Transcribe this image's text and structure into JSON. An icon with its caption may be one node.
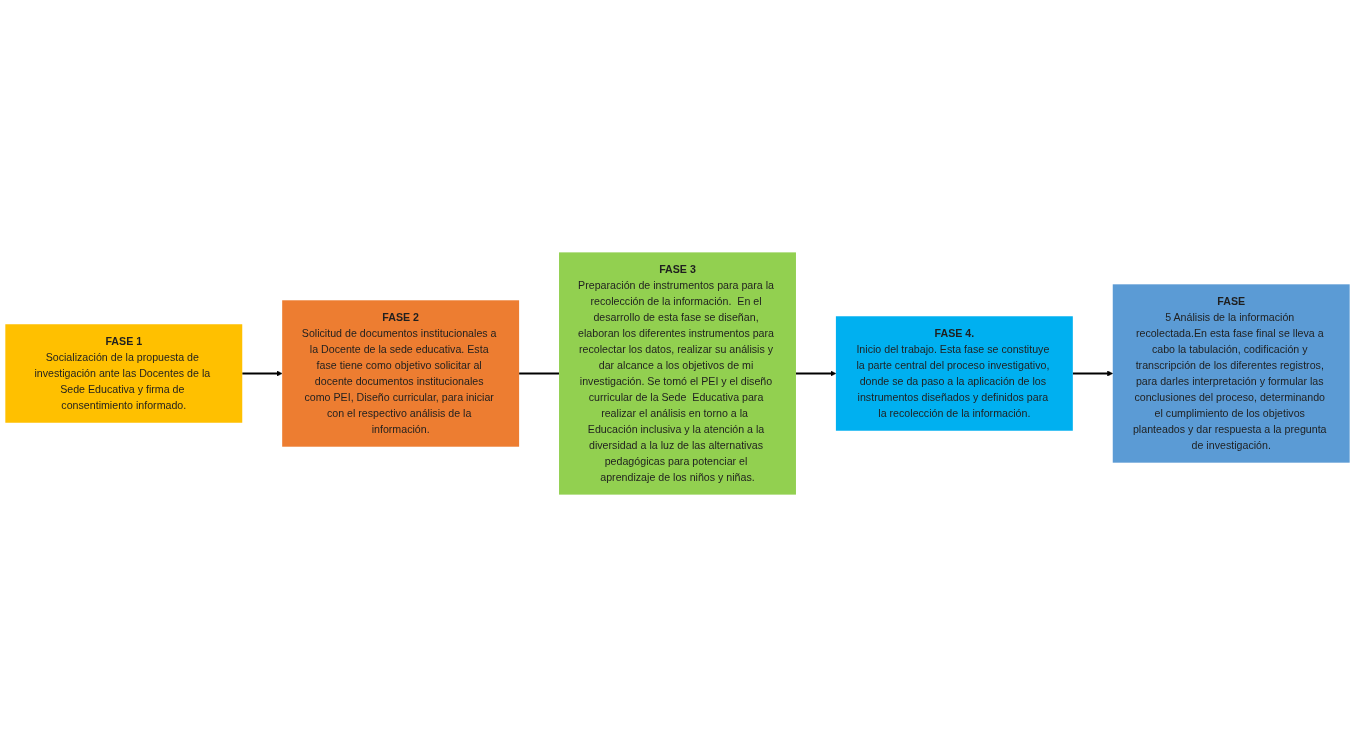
{
  "diagram": {
    "nodes": [
      {
        "text": [
          "FASE 1",
          "Socialización de la propuesta de investigación ante las Docentes de la Sede Educativa y firma de consentimiento informado."
        ]
      },
      {
        "text": [
          "FASE 2",
          "Solicitud de documentos institucionales a la Docente de la sede educativa. Esta fase tiene como objetivo solicitar al docente documentos institucionales como PEI, Diseño curricular, para iniciar con el respectivo análisis de la información."
        ]
      },
      {
        "text": [
          "FASE 3",
          "Preparación de instrumentos para para la recolección de la información.  En el desarrollo de esta fase se diseñan, elaboran los diferentes instrumentos para recolectar los datos, realizar su análisis y dar alcance a los objetivos de mi investigación. Se tomó el PEI y el diseño curricular de la Sede  Educativa para realizar el análisis en torno a la  Educación inclusiva y la atención a la diversidad a la luz de las alternativas pedagógicas para potenciar el aprendizaje de los niños y niñas."
        ]
      },
      {
        "text": [
          "FASE 4.",
          "Inicio del trabajo. Esta fase se constituye la parte central del proceso investigativo, donde se da paso a la aplicación de los instrumentos diseñados y definidos para la recolección de la información."
        ]
      },
      {
        "text": [
          "FASE",
          "5 Análisis de la información recolectada.En esta fase final se lleva a cabo la tabulación, codificación y transcripción de los diferentes registros, para darles interpretación y formular las conclusiones del proceso, determinando el cumplimiento de los objetivos planteados y dar respuesta a la pregunta de investigación."
        ]
      }
    ],
    "edges": [
      {
        "from": 0,
        "to": 1,
        "arrow": "to"
      },
      {
        "from": 1,
        "to": 2,
        "arrow": "none"
      },
      {
        "from": 2,
        "to": 3,
        "arrow": "to"
      },
      {
        "from": 3,
        "to": 4,
        "arrow": "to"
      }
    ]
  }
}
